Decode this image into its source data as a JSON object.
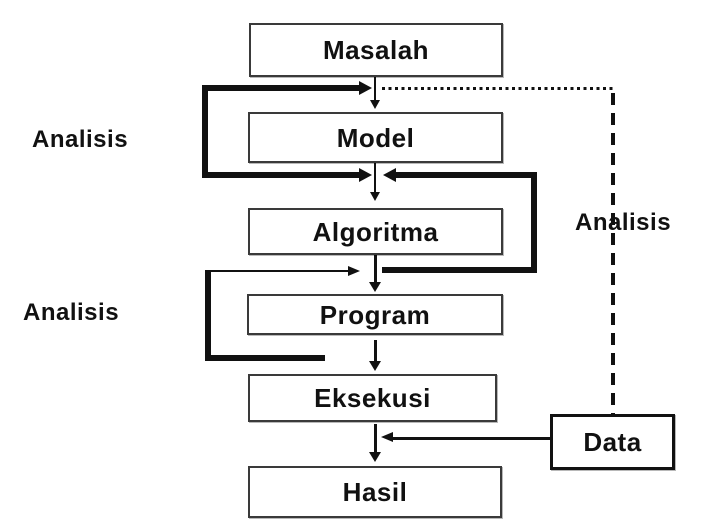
{
  "colors": {
    "background": "#ffffff",
    "line": "#111111",
    "box_border": "#3a3a3a",
    "text": "#111111"
  },
  "nodes": {
    "masalah": "Masalah",
    "model": "Model",
    "algoritma": "Algoritma",
    "program": "Program",
    "eksekusi": "Eksekusi",
    "hasil": "Hasil",
    "data": "Data"
  },
  "annotations": {
    "analisis_left_top": "Analisis",
    "analisis_left_bottom": "Analisis",
    "analisis_right": "Analisis"
  },
  "edges": [
    {
      "from": "Masalah",
      "to": "Model",
      "style": "thin-solid-arrow-down"
    },
    {
      "from": "Model",
      "to": "Algoritma",
      "style": "thin-solid-arrow-down"
    },
    {
      "from": "Algoritma",
      "to": "Program",
      "style": "solid-arrow-down"
    },
    {
      "from": "Program",
      "to": "Eksekusi",
      "style": "solid-arrow-down"
    },
    {
      "from": "Eksekusi",
      "to": "Hasil",
      "style": "solid-arrow-down"
    },
    {
      "from": "Model side",
      "to": "Masalah-Model and Model-Algoritma junctions",
      "style": "thick-left-bracket-arrows"
    },
    {
      "from": "Algoritma-Program junction",
      "to": "Model-Algoritma junction",
      "style": "thick-right-loop-arrow"
    },
    {
      "from": "Program side",
      "to": "Algoritma-Program junction",
      "style": "left-bracket-arrow"
    },
    {
      "from": "Masalah-Model junction",
      "to": "Data",
      "style": "dotted-horizontal-then-dashed-vertical"
    },
    {
      "from": "Data",
      "to": "Eksekusi-Hasil junction",
      "style": "solid-arrow-left"
    }
  ]
}
